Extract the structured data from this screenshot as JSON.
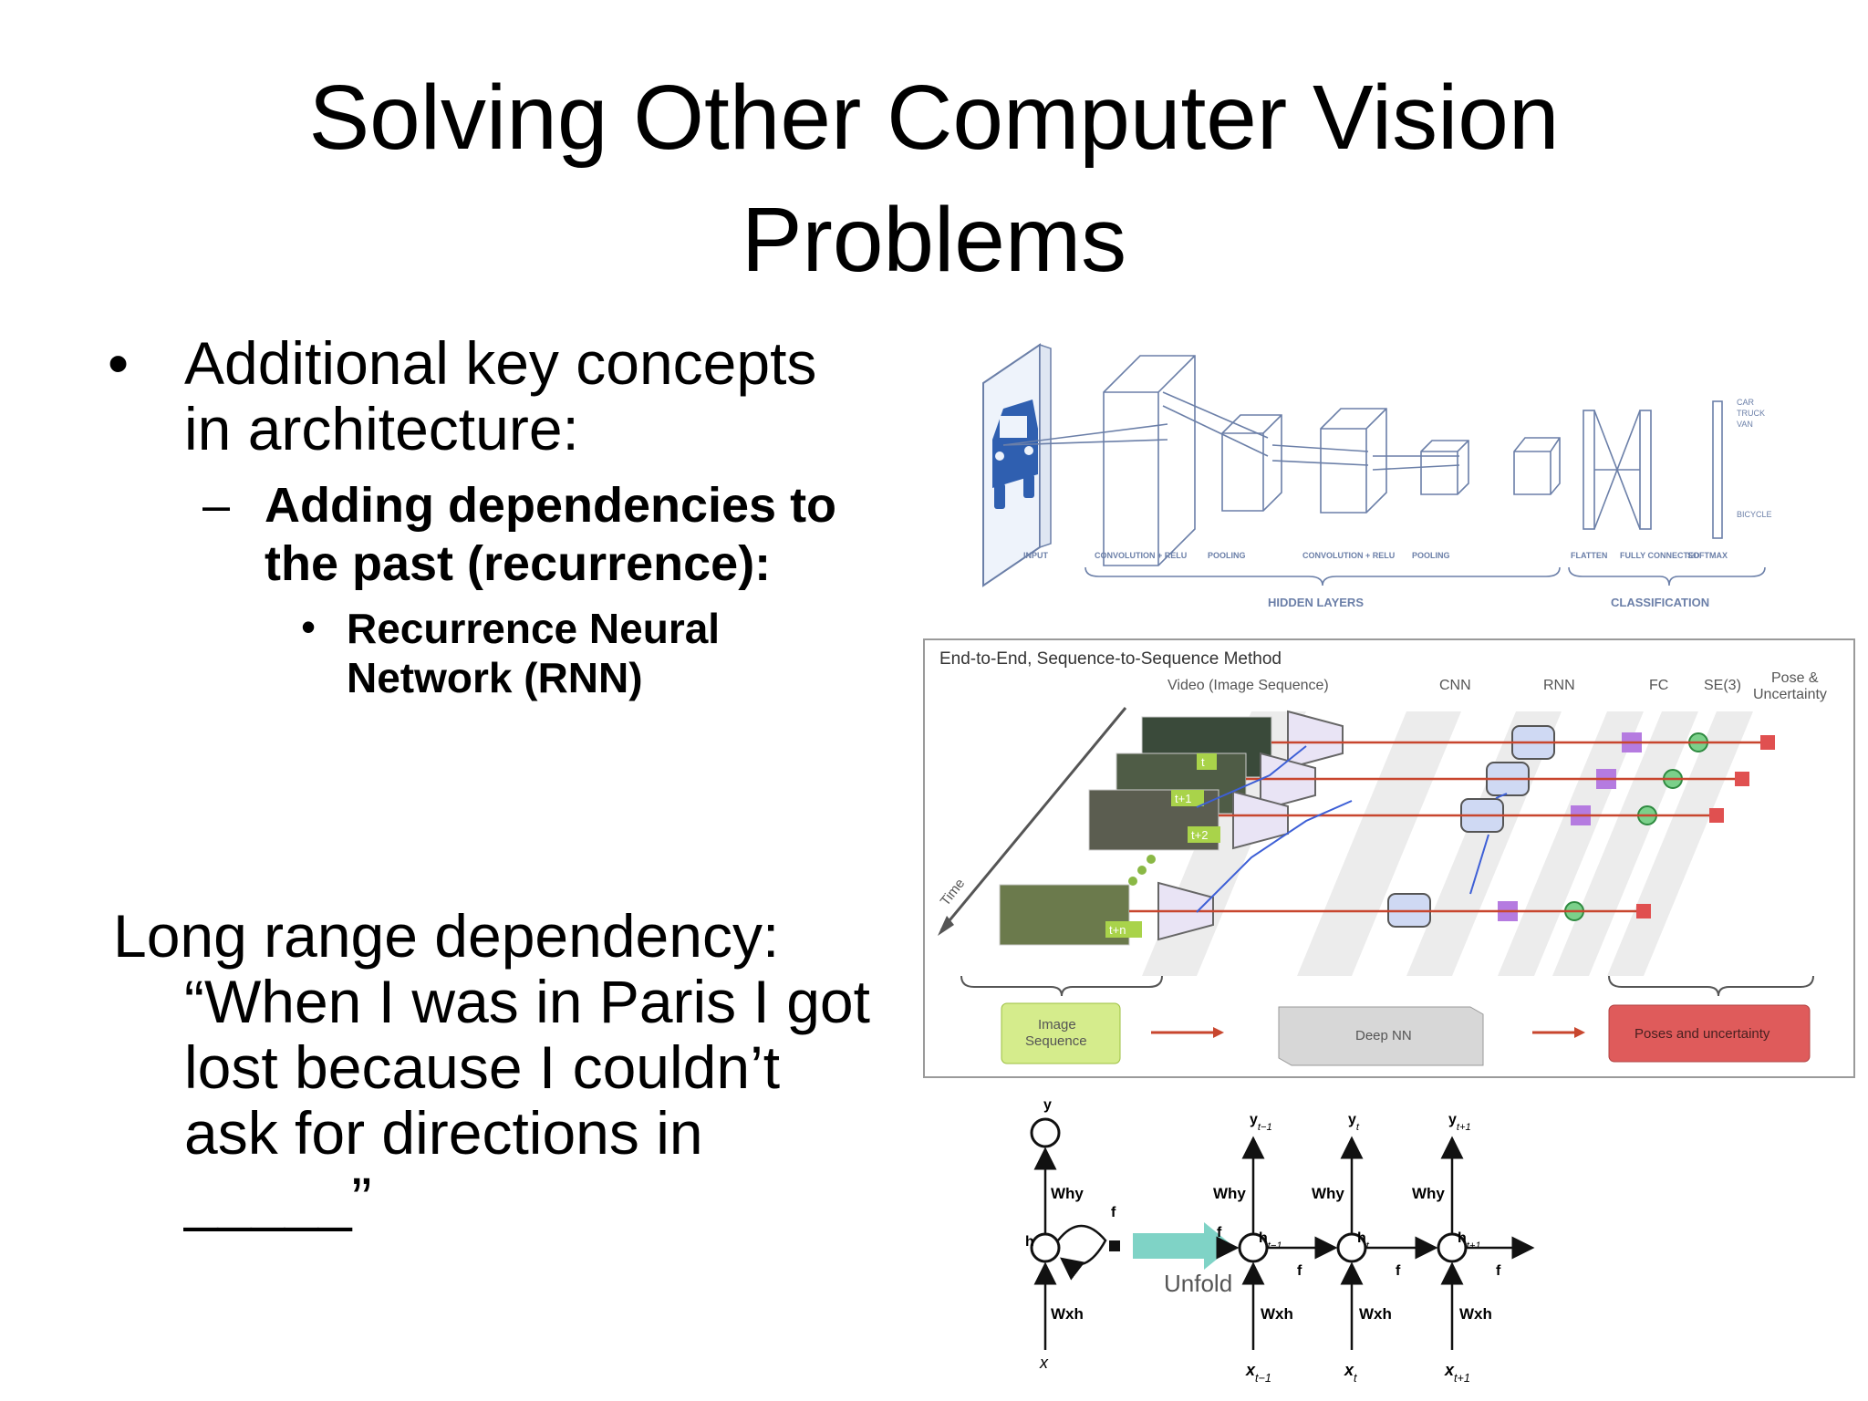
{
  "slide": {
    "title_line1": "Solving Other Computer Vision",
    "title_line2": "Problems",
    "bullet1_line1": "Additional key concepts",
    "bullet1_line2": "in architecture:",
    "sub_dash": "–",
    "sub_line1": "Adding dependencies to",
    "sub_line2": "the past (recurrence):",
    "subsub_line1": "Recurrence Neural",
    "subsub_line2": "Network (RNN)",
    "bullet_symbol": "•",
    "para_line1": "Long range dependency:",
    "para_line2": "“When I was in Paris I got",
    "para_line3": "lost because I couldn’t",
    "para_line4": "ask for directions in",
    "para_line5": "_____”"
  },
  "cnn_figure": {
    "stages": [
      "INPUT",
      "CONVOLUTION + RELU",
      "POOLING",
      "CONVOLUTION + RELU",
      "POOLING",
      "FLATTEN",
      "FULLY CONNECTED",
      "SOFTMAX"
    ],
    "group_hidden": "HIDDEN LAYERS",
    "group_class": "CLASSIFICATION",
    "classes": [
      "CAR",
      "TRUCK",
      "VAN",
      "BICYCLE"
    ]
  },
  "seq_figure": {
    "title": "End-to-End, Sequence-to-Sequence Method",
    "col_video": "Video (Image Sequence)",
    "col_cnn": "CNN",
    "col_rnn": "RNN",
    "col_fc": "FC",
    "col_se3": "SE(3)",
    "col_pose_1": "Pose &",
    "col_pose_2": "Uncertainty",
    "time_label": "Time",
    "frame_labels": [
      "t",
      "t+1",
      "t+2",
      "t+n"
    ],
    "box_image_1": "Image",
    "box_image_2": "Sequence",
    "box_deep": "Deep NN",
    "box_poses": "Poses and uncertainty"
  },
  "rnn_figure": {
    "y": "y",
    "h": "h",
    "x": "x",
    "f": "f",
    "why": "Why",
    "wxh": "Wxh",
    "unfold": "Unfold",
    "steps": [
      {
        "y": "y",
        "ysub": "t−1",
        "h": "h",
        "hsub": "t−1",
        "x": "x",
        "xsub": "t−1"
      },
      {
        "y": "y",
        "ysub": "t",
        "h": "h",
        "hsub": "t",
        "x": "x",
        "xsub": "t"
      },
      {
        "y": "y",
        "ysub": "t+1",
        "h": "h",
        "hsub": "t+1",
        "x": "x",
        "xsub": "t+1"
      }
    ]
  },
  "colors": {
    "cnn_line": "#6b7fa8",
    "car_blue": "#2f5fb0",
    "arrow_red": "#c8462e",
    "rnn_blue": "#3d5fd6",
    "fc_purple": "#b57be0",
    "se3_green": "#3fae56",
    "pose_red": "#e05050",
    "image_box_green": "#d5ec8c",
    "poses_box_red": "#df5b5b",
    "unfold_teal": "#7fd3c6"
  }
}
